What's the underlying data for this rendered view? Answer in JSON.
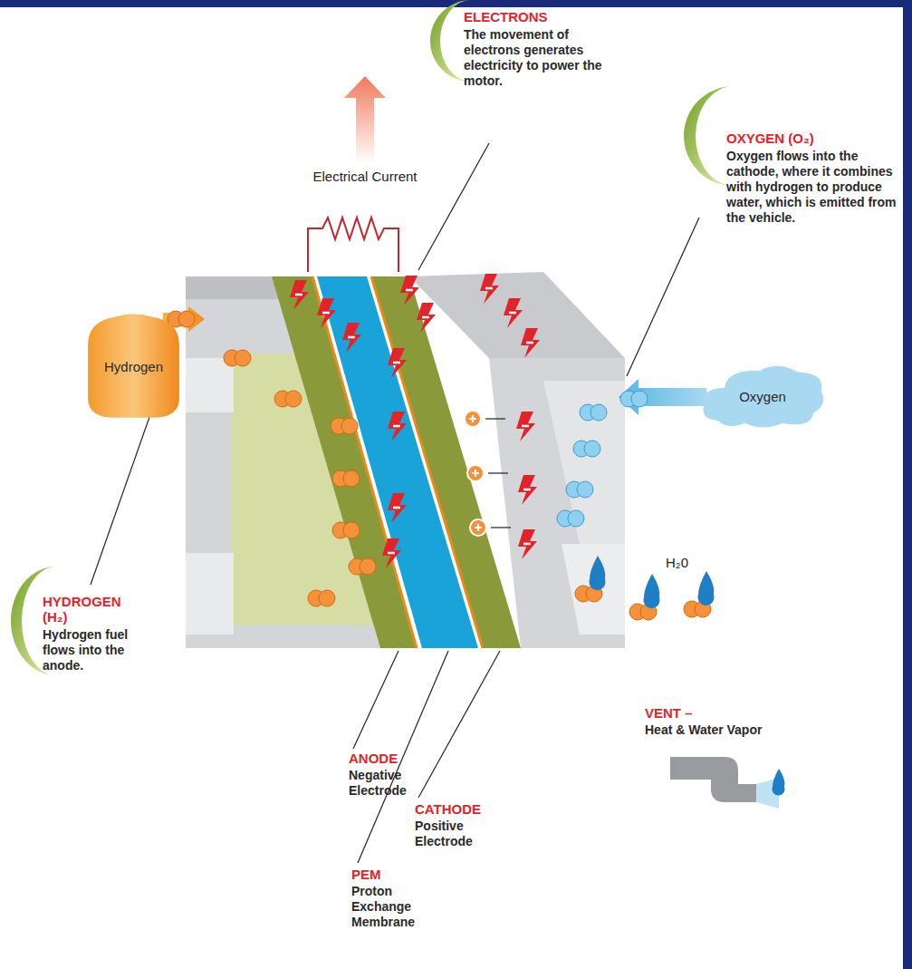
{
  "diagram": {
    "nodes": [
      {
        "text": [
          "Hydrogen"
        ]
      },
      {
        "text": [
          "Oxygen"
        ]
      }
    ],
    "labels": [
      "Electrical Current",
      "ELECTRONS",
      "The movement of electrons generates electricity to power the motor.",
      "OXYGEN (O₂)",
      "Oxygen flows into the cathode, where it combines with hydrogen to produce water, which is emitted from the vehicle.",
      "H₂0",
      "HYDROGEN (H₂)",
      "Hydrogen fuel flows into the anode.",
      "ANODE",
      "Negative Electrode",
      "CATHODE",
      "Positive Electrode",
      "PEM",
      "Proton Exchange Membrane",
      "VENT –",
      "Heat & Water Vapor"
    ]
  }
}
